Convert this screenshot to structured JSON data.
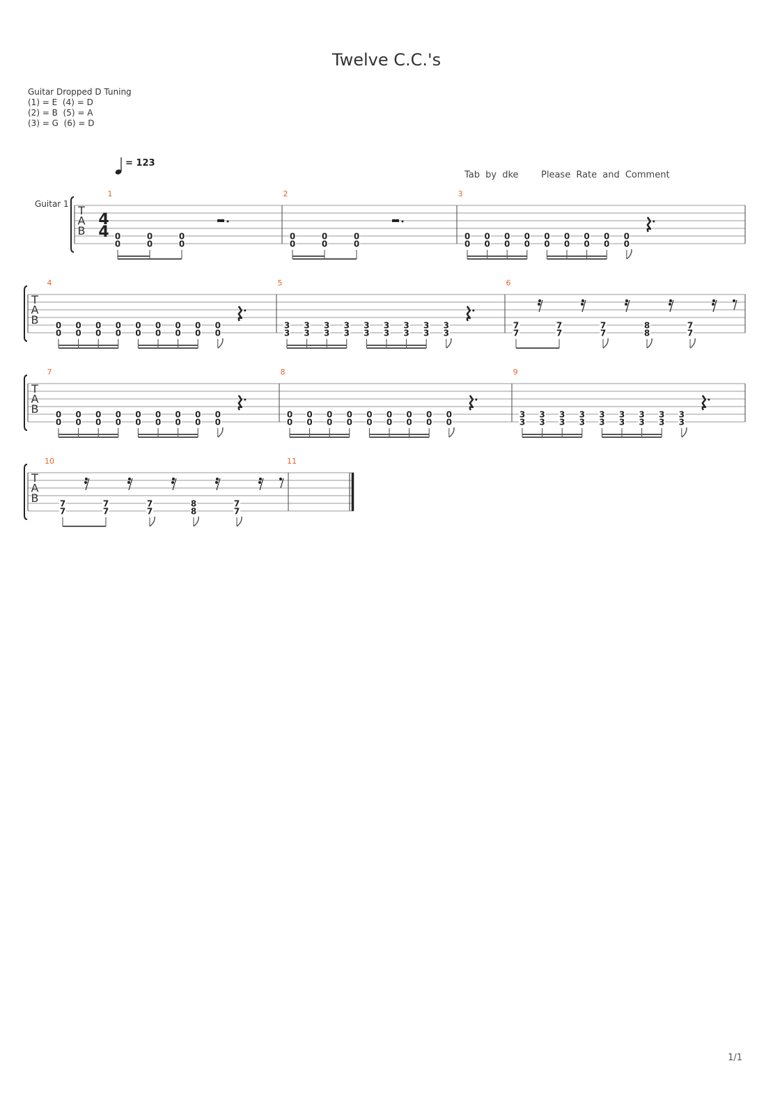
{
  "title": "Twelve C.C.'s",
  "tuning": {
    "name": "Guitar Dropped D Tuning",
    "lines": [
      "(1) = E  (4) = D",
      "(2) = B  (5) = A",
      "(3) = G  (6) = D"
    ]
  },
  "tempo": {
    "bpm": "= 123"
  },
  "credits": {
    "tab_by": "Tab by dke",
    "rate": "Please Rate and Comment"
  },
  "track_name": "Guitar 1",
  "time_signature": {
    "top": "4",
    "bottom": "4"
  },
  "clef": [
    "T",
    "A",
    "B"
  ],
  "page_number": "1/1",
  "colors": {
    "measure_number": "#e8632b",
    "staff": "#999999",
    "ink": "#222222"
  },
  "measures": [
    {
      "number": "1",
      "notes": [
        {
          "s5": "0",
          "s6": "0"
        },
        {
          "s5": "0",
          "s6": "0"
        },
        {
          "s5": "0",
          "s6": "0"
        }
      ],
      "rests": [
        "half-dotted"
      ]
    },
    {
      "number": "2",
      "notes": [
        {
          "s5": "0",
          "s6": "0"
        },
        {
          "s5": "0",
          "s6": "0"
        },
        {
          "s5": "0",
          "s6": "0"
        }
      ],
      "rests": [
        "half-dotted"
      ]
    },
    {
      "number": "3",
      "notes": [
        {
          "s5": "0",
          "s6": "0"
        },
        {
          "s5": "0",
          "s6": "0"
        },
        {
          "s5": "0",
          "s6": "0"
        },
        {
          "s5": "0",
          "s6": "0"
        },
        {
          "s5": "0",
          "s6": "0"
        },
        {
          "s5": "0",
          "s6": "0"
        },
        {
          "s5": "0",
          "s6": "0"
        },
        {
          "s5": "0",
          "s6": "0"
        },
        {
          "s5": "0",
          "s6": "0"
        }
      ],
      "rests": [
        "quarter-dotted"
      ]
    },
    {
      "number": "4",
      "notes": [
        {
          "s5": "0",
          "s6": "0"
        },
        {
          "s5": "0",
          "s6": "0"
        },
        {
          "s5": "0",
          "s6": "0"
        },
        {
          "s5": "0",
          "s6": "0"
        },
        {
          "s5": "0",
          "s6": "0"
        },
        {
          "s5": "0",
          "s6": "0"
        },
        {
          "s5": "0",
          "s6": "0"
        },
        {
          "s5": "0",
          "s6": "0"
        },
        {
          "s5": "0",
          "s6": "0"
        }
      ],
      "rests": [
        "quarter-dotted"
      ]
    },
    {
      "number": "5",
      "notes": [
        {
          "s5": "3",
          "s6": "3"
        },
        {
          "s5": "3",
          "s6": "3"
        },
        {
          "s5": "3",
          "s6": "3"
        },
        {
          "s5": "3",
          "s6": "3"
        },
        {
          "s5": "3",
          "s6": "3"
        },
        {
          "s5": "3",
          "s6": "3"
        },
        {
          "s5": "3",
          "s6": "3"
        },
        {
          "s5": "3",
          "s6": "3"
        },
        {
          "s5": "3",
          "s6": "3"
        }
      ],
      "rests": [
        "quarter-dotted"
      ]
    },
    {
      "number": "6",
      "notes": [
        {
          "s5": "7",
          "s6": "7"
        },
        {
          "s5": "7",
          "s6": "7"
        },
        {
          "s5": "7",
          "s6": "7"
        },
        {
          "s5": "8",
          "s6": "8"
        },
        {
          "s5": "7",
          "s6": "7"
        }
      ],
      "rests": [
        "sixteenth",
        "sixteenth",
        "sixteenth",
        "sixteenth",
        "sixteenth",
        "eighth"
      ]
    },
    {
      "number": "7",
      "notes": [
        {
          "s5": "0",
          "s6": "0"
        },
        {
          "s5": "0",
          "s6": "0"
        },
        {
          "s5": "0",
          "s6": "0"
        },
        {
          "s5": "0",
          "s6": "0"
        },
        {
          "s5": "0",
          "s6": "0"
        },
        {
          "s5": "0",
          "s6": "0"
        },
        {
          "s5": "0",
          "s6": "0"
        },
        {
          "s5": "0",
          "s6": "0"
        },
        {
          "s5": "0",
          "s6": "0"
        }
      ],
      "rests": [
        "quarter-dotted"
      ]
    },
    {
      "number": "8",
      "notes": [
        {
          "s5": "0",
          "s6": "0"
        },
        {
          "s5": "0",
          "s6": "0"
        },
        {
          "s5": "0",
          "s6": "0"
        },
        {
          "s5": "0",
          "s6": "0"
        },
        {
          "s5": "0",
          "s6": "0"
        },
        {
          "s5": "0",
          "s6": "0"
        },
        {
          "s5": "0",
          "s6": "0"
        },
        {
          "s5": "0",
          "s6": "0"
        },
        {
          "s5": "0",
          "s6": "0"
        }
      ],
      "rests": [
        "quarter-dotted"
      ]
    },
    {
      "number": "9",
      "notes": [
        {
          "s5": "3",
          "s6": "3"
        },
        {
          "s5": "3",
          "s6": "3"
        },
        {
          "s5": "3",
          "s6": "3"
        },
        {
          "s5": "3",
          "s6": "3"
        },
        {
          "s5": "3",
          "s6": "3"
        },
        {
          "s5": "3",
          "s6": "3"
        },
        {
          "s5": "3",
          "s6": "3"
        },
        {
          "s5": "3",
          "s6": "3"
        },
        {
          "s5": "3",
          "s6": "3"
        }
      ],
      "rests": [
        "quarter-dotted"
      ]
    },
    {
      "number": "10",
      "notes": [
        {
          "s5": "7",
          "s6": "7"
        },
        {
          "s5": "7",
          "s6": "7"
        },
        {
          "s5": "7",
          "s6": "7"
        },
        {
          "s5": "8",
          "s6": "8"
        },
        {
          "s5": "7",
          "s6": "7"
        }
      ],
      "rests": [
        "sixteenth",
        "sixteenth",
        "sixteenth",
        "sixteenth",
        "sixteenth",
        "eighth"
      ]
    },
    {
      "number": "11",
      "notes": [],
      "rests": []
    }
  ]
}
